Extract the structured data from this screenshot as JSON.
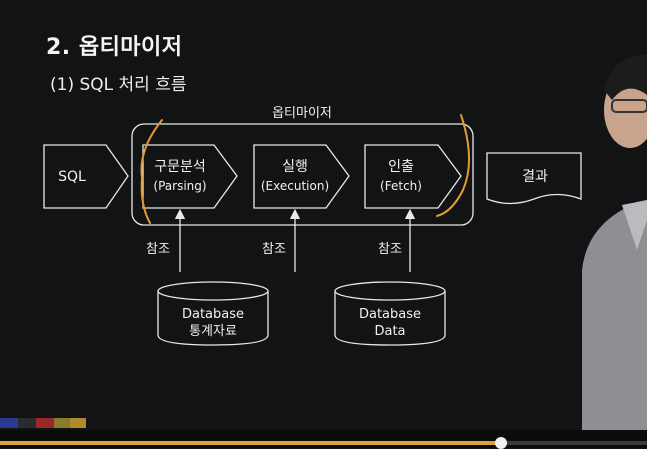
{
  "slide": {
    "title": "2. 옵티마이저",
    "subtitle": "(1) SQL 처리 흐름"
  },
  "diagram": {
    "group_label": "옵티마이저",
    "input": "SQL",
    "steps": [
      {
        "name": "구문분석",
        "en": "(Parsing)"
      },
      {
        "name": "실행",
        "en": "(Execution)"
      },
      {
        "name": "인출",
        "en": "(Fetch)"
      }
    ],
    "output": "결과",
    "ref_label": "참조",
    "databases": [
      {
        "line1": "Database",
        "line2": "통계자료"
      },
      {
        "line1": "Database",
        "line2": "Data"
      }
    ]
  },
  "player": {
    "progress_fraction": 0.775,
    "accent": "#d9a23a"
  }
}
